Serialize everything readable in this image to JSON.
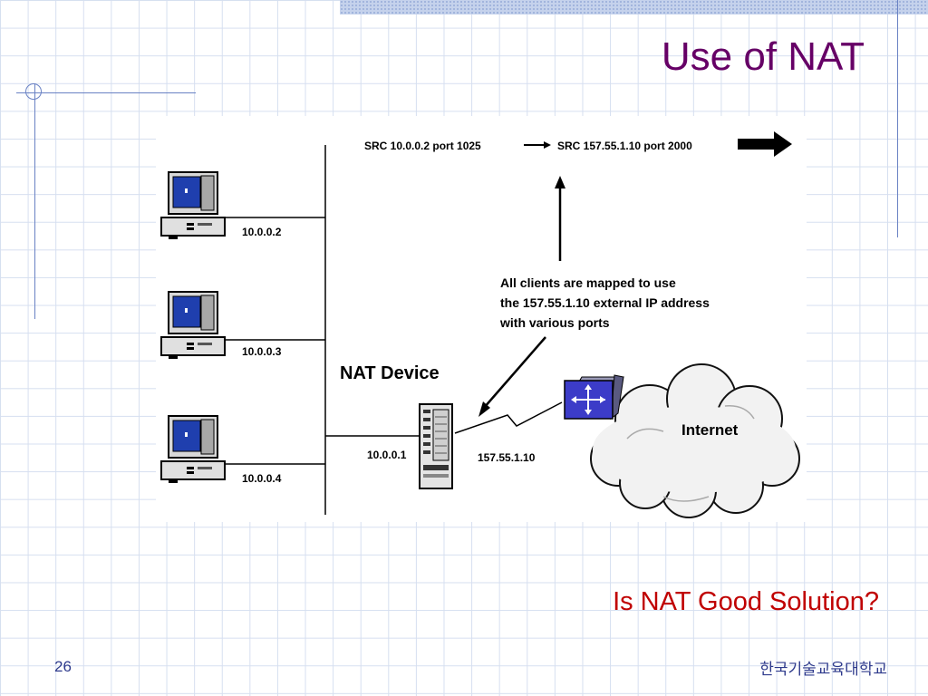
{
  "slide": {
    "title": "Use of NAT",
    "question": "Is NAT Good Solution?",
    "page_number": "26",
    "footer": "한국기술교육대학교"
  },
  "diagram": {
    "translation": {
      "from": "SRC 10.0.0.2 port 1025",
      "to": "SRC 157.55.1.10 port 2000"
    },
    "clients": [
      {
        "ip": "10.0.0.2"
      },
      {
        "ip": "10.0.0.3"
      },
      {
        "ip": "10.0.0.4"
      }
    ],
    "nat_device": {
      "label": "NAT Device",
      "inside_ip": "10.0.0.1",
      "outside_ip": "157.55.1.10"
    },
    "note_lines": [
      "All clients are mapped to use",
      "the 157.55.1.10 external IP address",
      "with various ports"
    ],
    "internet_label": "Internet"
  },
  "colors": {
    "title": "#660066",
    "question": "#c00000",
    "footer": "#2e3a8c",
    "router": "#3c3cc8",
    "screen": "#1f3fae"
  },
  "icons": [
    "computer-icon",
    "server-icon",
    "router-icon",
    "cloud-icon",
    "arrow-icon"
  ]
}
